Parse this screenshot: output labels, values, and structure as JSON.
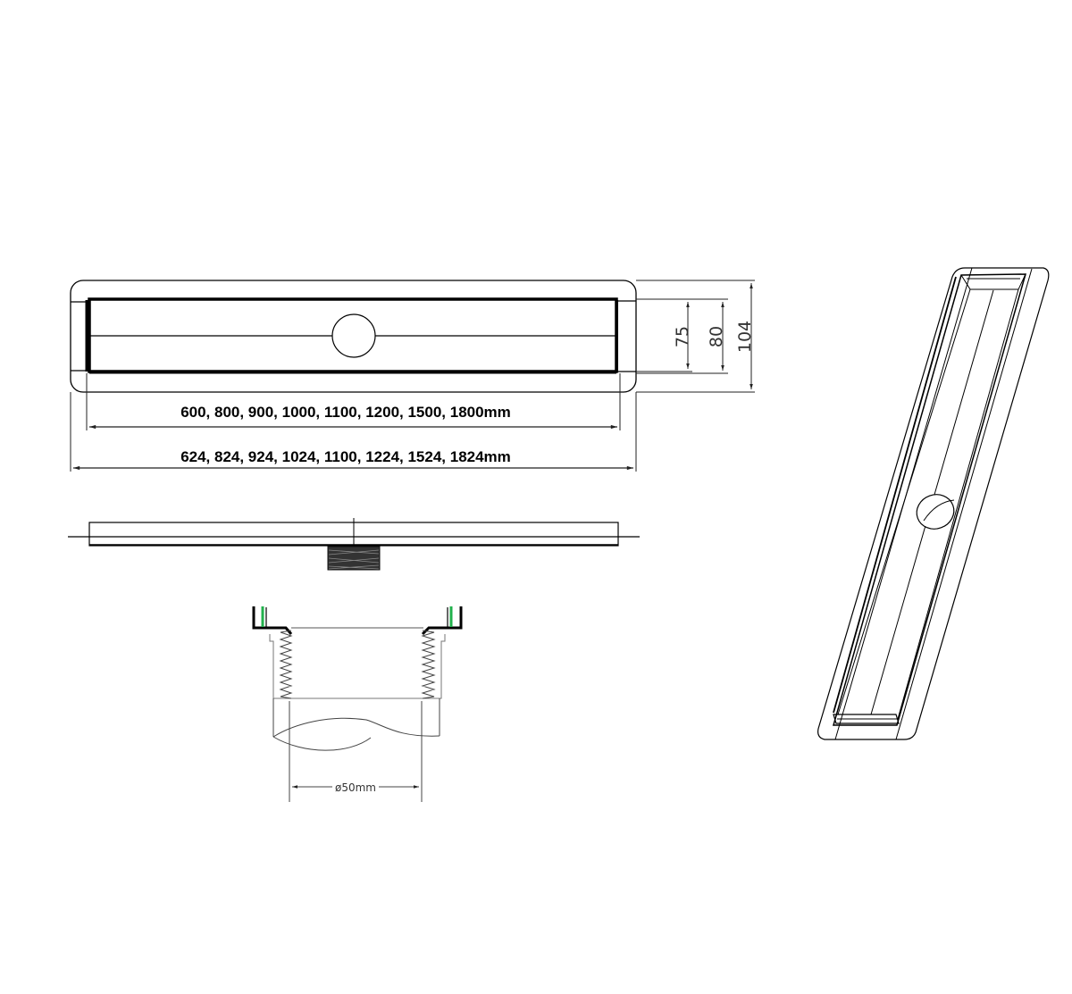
{
  "drawing": {
    "title": "Linear shower drain technical drawing",
    "views": [
      "top-view",
      "side-view",
      "outlet-section",
      "isometric-view"
    ]
  },
  "top_view": {
    "dimensions": {
      "height_inner": "75",
      "height_channel": "80",
      "height_overall": "104",
      "channel_lengths": "600, 800, 900, 1000, 1100, 1200, 1500, 1800mm",
      "overall_lengths": "624, 824, 924, 1024, 1100, 1224, 1524, 1824mm"
    }
  },
  "outlet_section": {
    "diameter_label": "ø50mm"
  },
  "colors": {
    "line": "#000000",
    "dimension": "#333333",
    "membrane": "#22b14c",
    "background": "#ffffff"
  }
}
